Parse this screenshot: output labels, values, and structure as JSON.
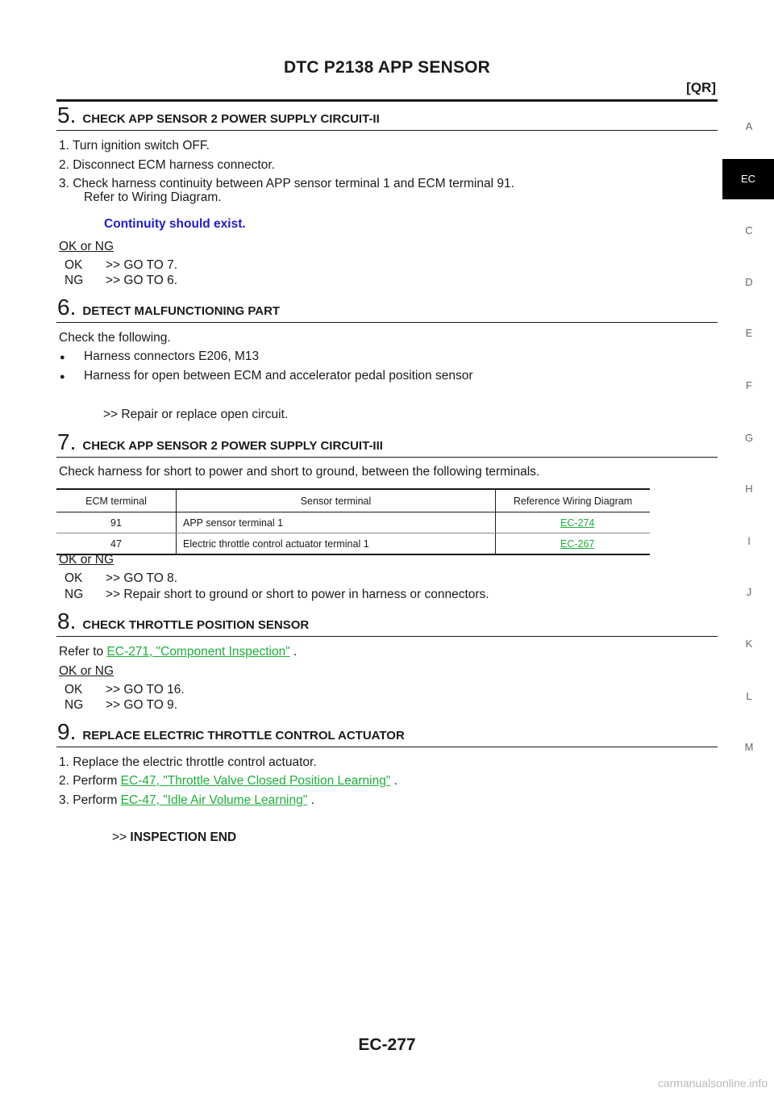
{
  "header": {
    "title": "DTC P2138 APP SENSOR",
    "engine": "[QR]"
  },
  "side_tabs": [
    "A",
    "EC",
    "C",
    "D",
    "E",
    "F",
    "G",
    "H",
    "I",
    "J",
    "K",
    "L",
    "M"
  ],
  "step5": {
    "num": "5.",
    "title": "CHECK APP SENSOR 2 POWER SUPPLY CIRCUIT-II",
    "items": [
      "1. Turn ignition switch OFF.",
      "2. Disconnect ECM harness connector.",
      "3. Check harness continuity between APP sensor terminal 1 and ECM terminal 91."
    ],
    "item3_cont": "Refer to Wiring Diagram.",
    "spec": "Continuity should exist.",
    "okng": "OK or NG",
    "ok_key": "OK",
    "ok_val": ">> GO TO 7.",
    "ng_key": "NG",
    "ng_val": ">> GO TO 6."
  },
  "step6": {
    "num": "6.",
    "title": "DETECT MALFUNCTIONING PART",
    "intro": "Check the following.",
    "bullets": [
      "Harness connectors E206, M13",
      "Harness for open between ECM and accelerator pedal position sensor"
    ],
    "action": ">> Repair or replace open circuit."
  },
  "step7": {
    "num": "7.",
    "title": "CHECK APP SENSOR 2 POWER SUPPLY CIRCUIT-III",
    "intro": "Check harness for short to power and short to ground, between the following terminals.",
    "table": {
      "headers": [
        "ECM terminal",
        "Sensor terminal",
        "Reference Wiring Diagram"
      ],
      "rows": [
        [
          "91",
          "APP sensor terminal 1",
          "EC-274"
        ],
        [
          "47",
          "Electric throttle control actuator terminal 1",
          "EC-267"
        ]
      ]
    },
    "okng": "OK or NG",
    "ok_key": "OK",
    "ok_val": ">> GO TO 8.",
    "ng_key": "NG",
    "ng_val": ">> Repair short to ground or short to power in harness or connectors."
  },
  "step8": {
    "num": "8.",
    "title": "CHECK THROTTLE POSITION SENSOR",
    "refer_prefix": "Refer to",
    "refer_link": "EC-271, \"Component Inspection\"",
    "refer_suffix": ".",
    "okng": "OK or NG",
    "ok_key": "OK",
    "ok_val": ">> GO TO 16.",
    "ng_key": "NG",
    "ng_val": ">> GO TO 9."
  },
  "step9": {
    "num": "9.",
    "title": "REPLACE ELECTRIC THROTTLE CONTROL ACTUATOR",
    "item1": "1. Replace the electric throttle control actuator.",
    "item2_prefix": "2. Perform",
    "item2_link": "EC-47, \"Throttle Valve Closed Position Learning\"",
    "item2_suffix": ".",
    "item3_prefix": "3. Perform",
    "item3_link": "EC-47, \"Idle Air Volume Learning\"",
    "item3_suffix": ".",
    "end_prefix": ">>",
    "end_label": "INSPECTION END"
  },
  "footer": {
    "page": "EC-277",
    "watermark": "carmanualsonline.info"
  }
}
